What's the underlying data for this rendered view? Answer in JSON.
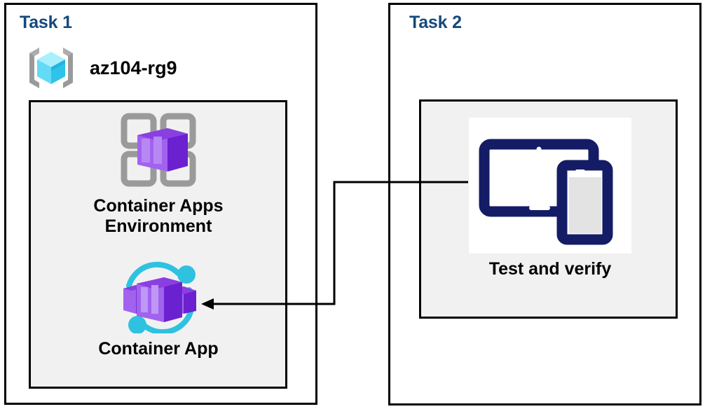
{
  "diagram": {
    "title_color": "#15497C",
    "line_color": "#000000",
    "panel_fill": "#FFFFFF",
    "inner_fill": "#F1F1F1"
  },
  "task1": {
    "title": "Task 1",
    "resource_group": {
      "icon": "resource-group-cube-icon",
      "label": "az104-rg9"
    },
    "nodes": [
      {
        "icon": "container-apps-environment-icon",
        "label": "Container Apps\nEnvironment"
      },
      {
        "icon": "container-app-icon",
        "label": "Container App"
      }
    ]
  },
  "task2": {
    "title": "Task 2",
    "nodes": [
      {
        "icon": "tablet-and-phone-devices-icon",
        "label": "Test and verify"
      }
    ]
  },
  "connector": {
    "name": "test-to-container-app-arrow",
    "from": "Test and verify",
    "to": "Container App",
    "arrow_direction": "left"
  },
  "palette": {
    "azure_cube_light": "#5BE2FF",
    "azure_cube_mid": "#3AC7EE",
    "azure_cube_dark": "#2BB6DF",
    "bracket_gray": "#9A9A9A",
    "container_purple_light": "#A46BF0",
    "container_purple_mid": "#8A3FE0",
    "container_purple_dark": "#6B21CF",
    "accent_cyan": "#2FC2E0",
    "device_navy": "#141C66"
  }
}
